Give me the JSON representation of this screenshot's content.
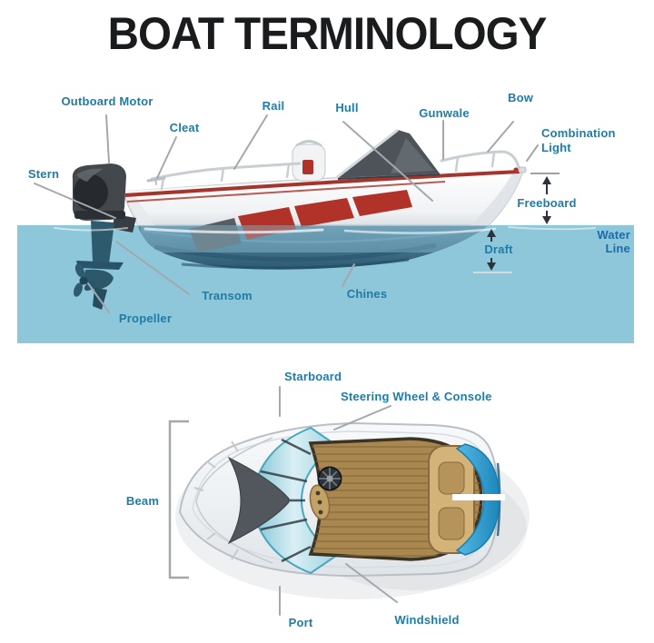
{
  "title": "BOAT TERMINOLOGY",
  "side_view": {
    "name": "Boat side view with outboard motor in water",
    "labels": {
      "outboard_motor": "Outboard Motor",
      "cleat": "Cleat",
      "rail": "Rail",
      "hull": "Hull",
      "gunwale": "Gunwale",
      "bow": "Bow",
      "combination_light": "Combination Light",
      "stern": "Stern",
      "freeboard": "Freeboard",
      "draft": "Draft",
      "water_line": "Water Line",
      "transom": "Transom",
      "chines": "Chines",
      "propeller": "Propeller"
    }
  },
  "top_view": {
    "name": "Boat top view with cockpit and windshield",
    "labels": {
      "starboard": "Starboard",
      "steering_wheel_console": "Steering Wheel & Console",
      "beam": "Beam",
      "port": "Port",
      "windshield": "Windshield"
    }
  },
  "colors": {
    "title_text": "#1a1b1d",
    "label_teal": "#1e7ca6",
    "water_line_label_blue": "#1b6cab",
    "water": "#8ec6da",
    "hull_red_accent": "#b03228",
    "underwater_hull": "#35647c",
    "motor_gray": "#43484d",
    "stern_cap_blue": "#2aa5d8",
    "wood_deck": "#a98850",
    "bench_tan": "#d3b377",
    "leader_gray": "#a3a8ad"
  }
}
